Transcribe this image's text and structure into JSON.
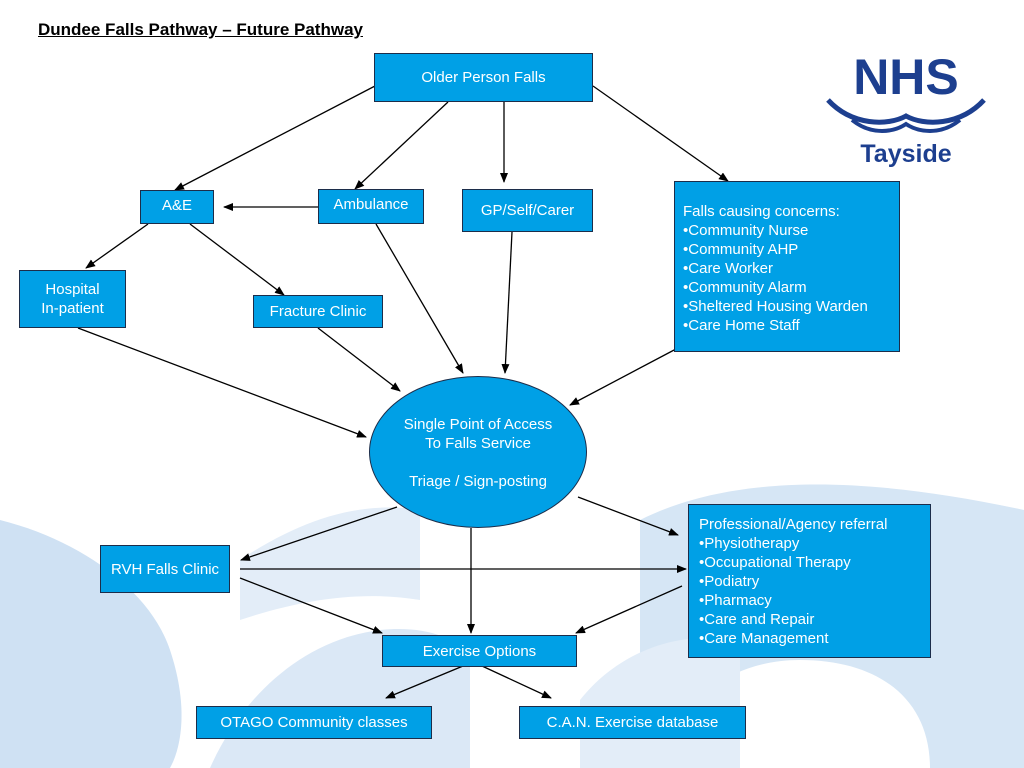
{
  "title": "Dundee Falls Pathway – Future Pathway",
  "logo": {
    "main": "NHS",
    "sub": "Tayside"
  },
  "nodes": {
    "older_person_falls": "Older Person Falls",
    "ae": "A&E",
    "ambulance": "Ambulance",
    "gp_self_carer": "GP/Self/Carer",
    "hospital_inpatient": [
      "Hospital",
      "In-patient"
    ],
    "fracture_clinic": "Fracture Clinic",
    "falls_concerns": {
      "heading": "Falls causing concerns:",
      "items": [
        "Community Nurse",
        "Community AHP",
        "Care Worker",
        "Community Alarm",
        "Sheltered Housing Warden",
        "Care Home Staff"
      ]
    },
    "single_point": [
      "Single Point of Access",
      "To Falls Service",
      "",
      "Triage / Sign-posting"
    ],
    "rvh_falls_clinic": "RVH Falls Clinic",
    "professional_referral": {
      "heading": "Professional/Agency referral",
      "items": [
        "Physiotherapy",
        "Occupational Therapy",
        "Podiatry",
        "Pharmacy",
        "Care and Repair",
        "Care Management"
      ]
    },
    "exercise_options": "Exercise Options",
    "otago": "OTAGO Community classes",
    "can_database": "C.A.N. Exercise database"
  },
  "colors": {
    "box_fill": "#00a0e6",
    "box_border": "#1c2d4a",
    "box_text": "#ffffff",
    "nhs_blue": "#1d3f8f",
    "background_accent": "#cfe1f3"
  }
}
